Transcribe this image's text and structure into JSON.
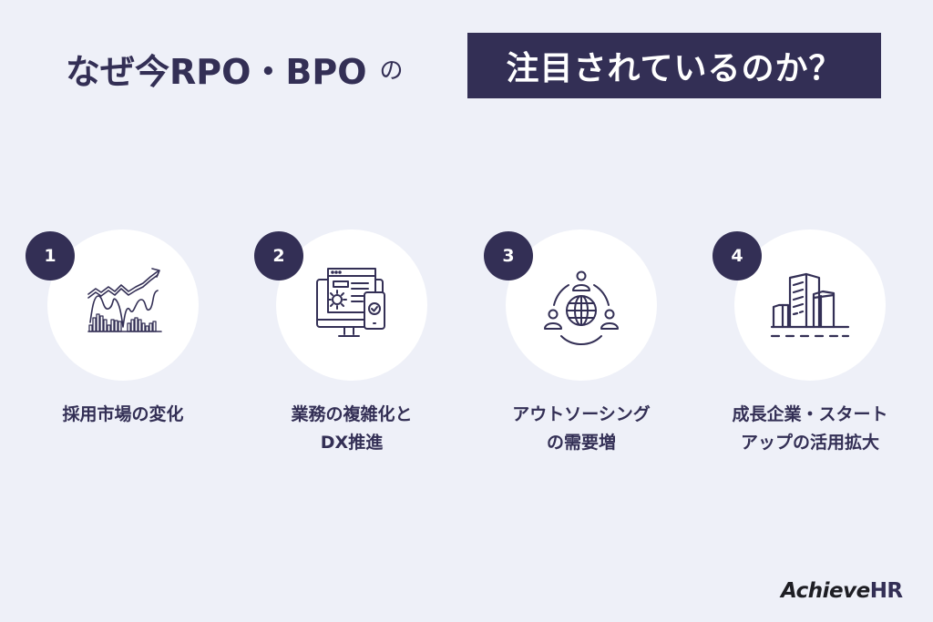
{
  "header": {
    "title_left": "なぜ今RPO・BPO",
    "title_particle": "の",
    "title_highlight": "注目されているのか？"
  },
  "colors": {
    "background": "#eef0f8",
    "accent_navy": "#332f55",
    "circle_fill": "#ffffff",
    "highlight_text": "#ffffff"
  },
  "reasons": [
    {
      "number": "1",
      "icon": "stock-chart-icon",
      "label_line1": "採用市場の変化",
      "label_line2": ""
    },
    {
      "number": "2",
      "icon": "devices-gear-icon",
      "label_line1": "業務の複雑化と",
      "label_line2": "DX推進"
    },
    {
      "number": "3",
      "icon": "global-network-people-icon",
      "label_line1": "アウトソーシング",
      "label_line2": "の需要増"
    },
    {
      "number": "4",
      "icon": "office-buildings-icon",
      "label_line1": "成長企業・スタート",
      "label_line2": "アップの活用拡大"
    }
  ],
  "logo": {
    "text_main": "Achieve",
    "text_accent": "HR"
  }
}
